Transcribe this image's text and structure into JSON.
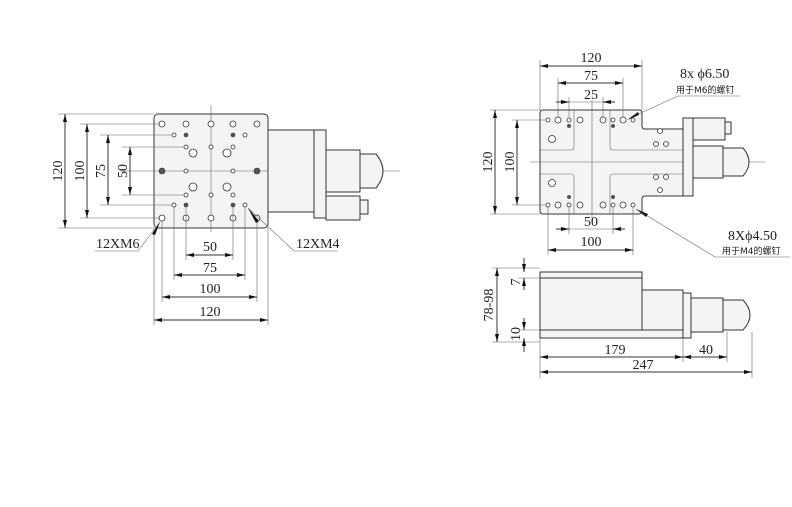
{
  "top_view_left": {
    "dims_vertical": [
      "120",
      "100",
      "75",
      "50"
    ],
    "dims_horizontal": [
      "50",
      "75",
      "100",
      "120"
    ],
    "callout_left": "12XM6",
    "callout_right": "12XM4"
  },
  "top_view_right": {
    "dims_top": [
      "120",
      "75",
      "25"
    ],
    "dims_vertical": [
      "120",
      "100"
    ],
    "dims_bottom": [
      "50",
      "100"
    ],
    "callout_top": "8x ϕ6.50",
    "callout_top_note": "用于M6的螺钉",
    "callout_bottom": "8Xϕ4.50",
    "callout_bottom_note": "用于M4的螺钉"
  },
  "side_view": {
    "height_range": "78-98",
    "top_thickness": "7",
    "base_thickness": "10",
    "body_length": "179",
    "motor_length": "40",
    "total_length": "247"
  }
}
